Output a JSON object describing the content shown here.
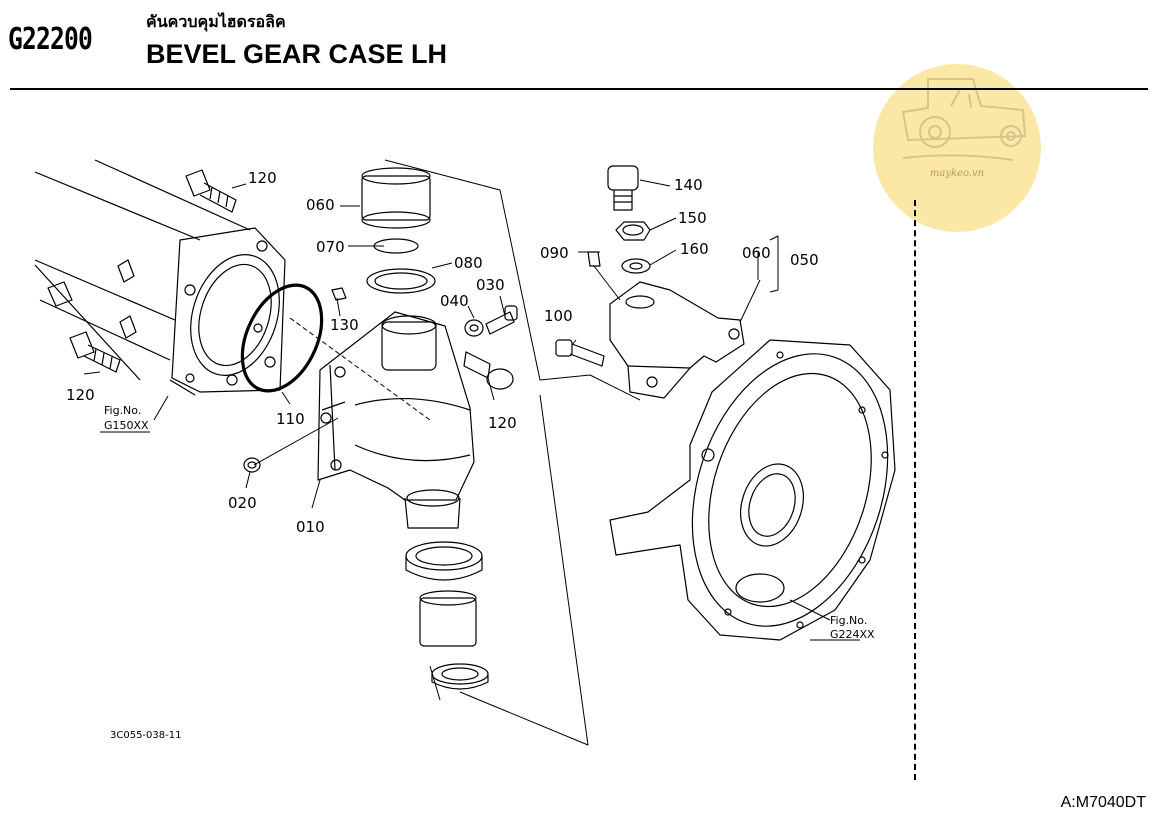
{
  "header": {
    "code": "G22200",
    "thai_title": "คันควบคุมไฮดรอลิค",
    "title": "BEVEL GEAR CASE LH"
  },
  "watermark": {
    "text": "maykeo.vn",
    "color": "#fbe8a6"
  },
  "parts": {
    "p010": "010",
    "p020": "020",
    "p030": "030",
    "p040": "040",
    "p050": "050",
    "p060a": "060",
    "p060b": "060",
    "p070": "070",
    "p080": "080",
    "p090": "090",
    "p100": "100",
    "p110": "110",
    "p120a": "120",
    "p120b": "120",
    "p120c": "120",
    "p130": "130",
    "p140": "140",
    "p150": "150",
    "p160": "160"
  },
  "refs": {
    "g150_label": "Fig.No.",
    "g150_code": "G150XX",
    "g224_label": "Fig.No.",
    "g224_code": "G224XX"
  },
  "footer": {
    "doc_code": "3C055-038-11",
    "model": "A:M7040DT"
  }
}
